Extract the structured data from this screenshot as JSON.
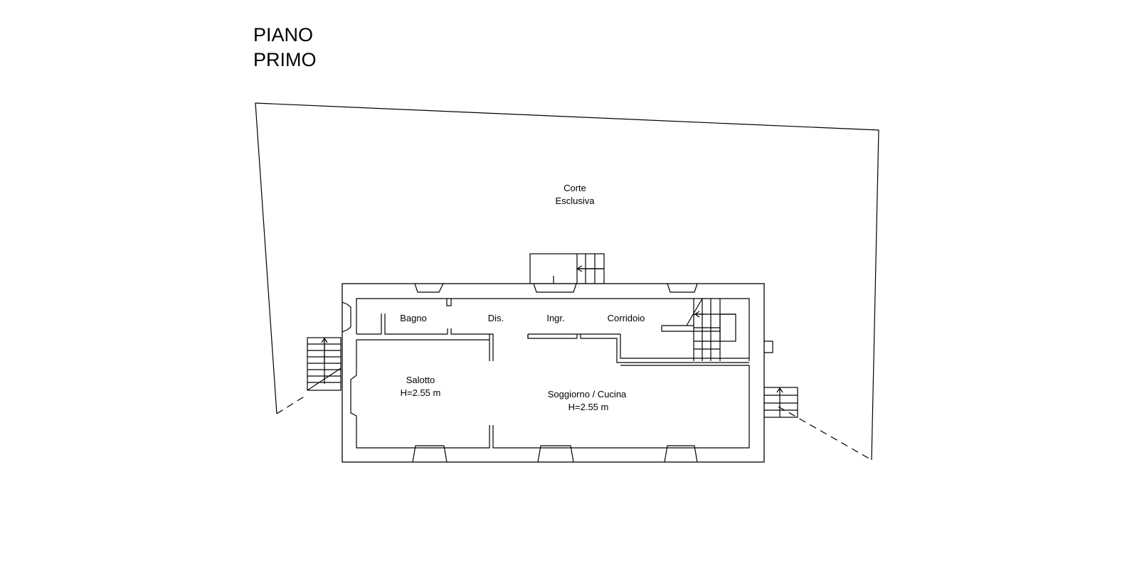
{
  "title": {
    "line1": "PIANO",
    "line2": "PRIMO"
  },
  "rooms": {
    "corte_line1": "Corte",
    "corte_line2": "Esclusiva",
    "bagno": "Bagno",
    "disimpegno": "Dis.",
    "ingresso": "Ingr.",
    "corridoio": "Corridoio",
    "salotto_name": "Salotto",
    "salotto_height": "H=2.55 m",
    "soggiorno_name": "Soggiorno / Cucina",
    "soggiorno_height": "H=2.55 m"
  }
}
